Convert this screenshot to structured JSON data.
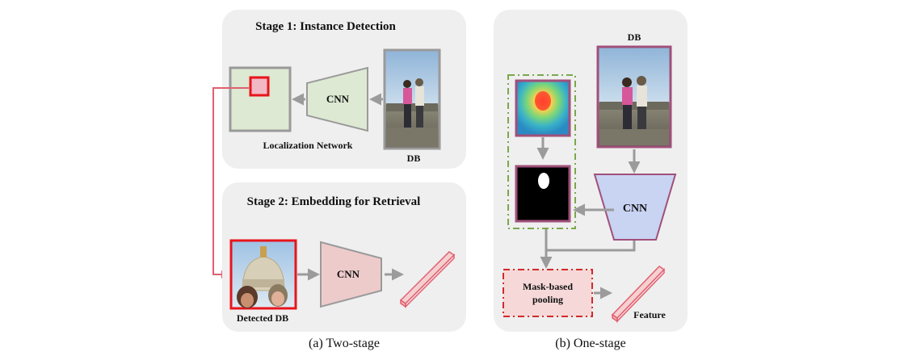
{
  "panel_a": {
    "stage1_title": "Stage 1: Instance Detection",
    "stage2_title": "Stage 2: Embedding for Retrieval",
    "cnn_label_1": "CNN",
    "localization_label": "Localization Network",
    "db_label": "DB",
    "cnn_label_2": "CNN",
    "detected_label": "Detected DB",
    "caption": "(a) Two-stage"
  },
  "panel_b": {
    "db_label": "DB",
    "cnn_label": "CNN",
    "pooling_label_line1": "Mask-based",
    "pooling_label_line2": "pooling",
    "feature_label": "Feature",
    "caption": "(b) One-stage"
  },
  "colors": {
    "panel_bg": "#efefef",
    "cnn_green": "#dde9d2",
    "cnn_pink": "#eecbcb",
    "cnn_blue": "#c9d3f2",
    "detect_red": "#e8141c",
    "photo_border_gray": "#9a9a9a",
    "photo_border_purple": "#a0507a",
    "dash_green": "#7aa84a",
    "dash_red": "#d22a2a",
    "arrow_gray": "#9b9b9b"
  }
}
